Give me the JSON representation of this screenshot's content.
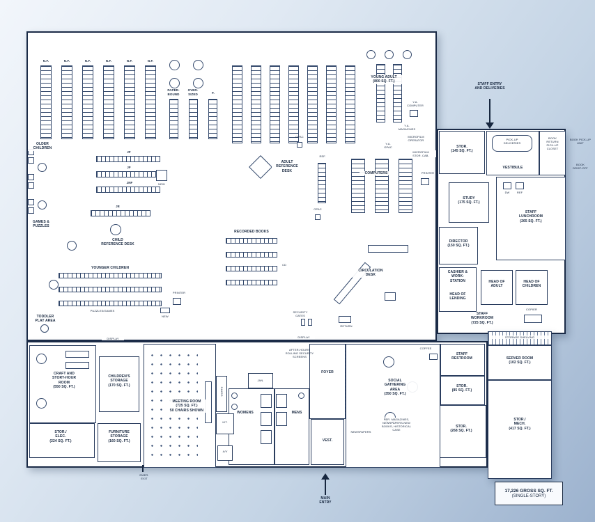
{
  "colors": {
    "wall": "#1b2b47",
    "floor": "#ffffff",
    "furniture": "#33486b",
    "page_start": "#f2f6fb",
    "page_end": "#9cb2ce"
  },
  "note_box": {
    "line1": "17,226 GROSS SQ. FT.",
    "line2": "(SINGLE-STORY)"
  },
  "entries": {
    "staff_entry": "STAFF ENTRY\nAND DELIVERIES",
    "main_entry": "MAIN\nENTRY",
    "emer_exit": "EMER.\nEXIT"
  },
  "main_hall": {
    "nf": "N.F.",
    "paper_bound": "PAPER-\nBOUND",
    "over_sized": "OVER-\nSIZED",
    "fiction": "F.",
    "young_adult": "YOUNG ADULT\n(800 SQ. FT.)",
    "ya_computer": "Y.A.\nCOMPUTER",
    "ya_magazines": "Y.A.\nMAGAZINES",
    "ya_opac": "Y.A.\nOPAC",
    "microfilm_operator": "MICROFILM\nOPERATOR",
    "microfilm_stor_cab": "MICROFILM\nSTOR. CAB.",
    "opac": "OPAC",
    "older_children": "OLDER\nCHILDREN",
    "adult_reference_desk": "ADULT\nREFERENCE\nDESK",
    "ref": "REF.",
    "computers": "COMPUTERS",
    "printer": "PRINTER",
    "new": "NEW",
    "jf": "JF",
    "jnf": "JNF",
    "je": "JE",
    "games_puzzles": "GAMES &\nPUZZLES",
    "child_reference_desk": "CHILD\nREFERENCE DESK",
    "recorded_books": "RECORDED BOOKS",
    "cd": "CD",
    "younger_children": "YOUNGER CHILDREN",
    "puzzles_games": "PUZZLES/GAMES",
    "toddler_play": "TODDLER\nPLAY AREA",
    "circulation_desk": "CIRCULATION\nDESK",
    "security_gates": "SECURITY\nGATES",
    "return_label": "RETURN",
    "display": "DISPLAY",
    "after_hours": "AFTER-HOURS\nROLLING SECURITY\nSCREENS"
  },
  "right_wing": {
    "stor_145": "STOR.\n(145 SQ. FT.)",
    "pick_up_deliveries": "PICK-UP\nDELIVERIES",
    "vestibule": "VESTIBULE",
    "book_return_closet": "BOOK\nRETURN\nPICK-UP\nCLOSET",
    "book_pick_up_unit": "BOOK PICK-UP\nUNIT",
    "book_drop_off": "BOOK\nDROP-OFF",
    "study": "STUDY\n(175 SQ. FT.)",
    "staff_lunchroom": "STAFF\nLUNCHROOM\n(265 SQ. FT.)",
    "dw": "DW",
    "refrig": "REF",
    "director": "DIRECTOR\n(150 SQ. FT.)",
    "cashier_workstation": "CASHIER &\nWORK-\nSTATION",
    "head_of_lending": "HEAD OF\nLENDING",
    "head_of_adult": "HEAD OF\nADULT",
    "head_of_children": "HEAD OF\nCHILDREN",
    "staff_workroom": "STAFF\nWORKROOM\n(725 SQ. FT.)",
    "copier": "COPIER",
    "storage_shelving": "STORAGE SHELVING",
    "server_room": "SERVER ROOM\n(102 SQ. FT.)",
    "stor_mech": "STOR./\nMECH.\n(417 SQ. FT.)"
  },
  "bottom_wing": {
    "coffee": "COFFEE",
    "staff_restroom": "STAFF\nRESTROOM",
    "stor_85": "STOR.\n(85 SQ. FT.)",
    "stor_268": "STOR.\n(268 SQ. FT.)",
    "social_gathering": "SOCIAL\nGATHERING\nAREA\n(350 SQ. FT.)",
    "periodicals": "PER. MAGAZINES,\nNEWSPAPERS-NEW\nBOOKS, HISTORICAL\nCASE",
    "newspapers": "NEWSPAPERS",
    "foyer": "FOYER",
    "vest": "VEST.",
    "womens": "WOMENS",
    "mens": "MENS",
    "jan": "JAN.",
    "coats": "COATS",
    "kit": "KIT.",
    "av": "A/V",
    "meeting_room": "MEETING ROOM\n(725 SQ. FT.)\n50 CHAIRS SHOWN",
    "childrens_storage": "CHILDREN'S\nSTORAGE\n(170 SQ. FT.)",
    "craft_room": "CRAFT AND\nSTORY-HOUR\nROOM\n(550 SQ. FT.)",
    "stor_elec": "STOR./\nELEC.\n(224 SQ. FT.)",
    "furniture_storage": "FURNITURE\nSTORAGE\n(160 SQ. FT.)"
  }
}
